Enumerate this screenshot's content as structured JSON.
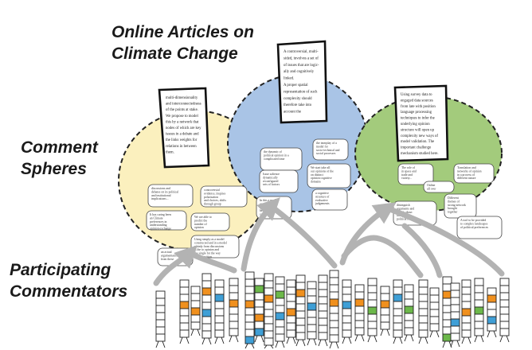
{
  "labels": {
    "articles": [
      "Online Articles on",
      "Climate Change"
    ],
    "spheres": [
      "Comment",
      "Spheres"
    ],
    "commentators": [
      "Participating",
      "Commentators"
    ]
  },
  "colors": {
    "sphere_yellow": "#fbf0be",
    "sphere_blue": "#a9c4e6",
    "sphere_green": "#a3cb7c",
    "arrow_gray": "#b3b3b3",
    "block_orange": "#f0901e",
    "block_blue": "#3f9fd6",
    "block_green": "#6cb84a",
    "outline": "#222222"
  },
  "articles": [
    {
      "id": "article-left",
      "lines": [
        "multi-dimensionality",
        "and interconnectedness",
        "of the points at stake.",
        "",
        "We propose to model",
        "this by a network that",
        "nodes of which are key",
        "issues in a debate and",
        "the links weights for",
        "relations in between",
        "them."
      ]
    },
    {
      "id": "article-middle",
      "lines": [
        "A controversial, multi-",
        "sided, involves a set of",
        "of issues that are logic-",
        "ally and cognitively",
        "linked.",
        "A proper spatial",
        "representation of such",
        "complexity should",
        "therefore take into",
        "account the"
      ]
    },
    {
      "id": "article-right",
      "lines": [
        "Using survey data to",
        "engaged data sources",
        "from late with position",
        "language processing",
        "techniques to infer the",
        "underlying opinion",
        "structure will open up",
        "complexity new ways of",
        "model validation. The",
        "important challenge",
        "mechanism studied here."
      ]
    }
  ],
  "comments": {
    "left": [
      [
        "discussions and",
        "debates on its political",
        "and institutional",
        "implications..."
      ],
      [
        "controversial",
        "evidence, inspires",
        "polarisation",
        "and choices, shifts",
        "through group"
      ],
      [
        "It has caring been",
        "an Climate",
        "preferences in",
        "understanding",
        "opinion exchange"
      ],
      [
        "We are able to",
        "predict the",
        "number of",
        "opinion"
      ],
      [
        "Using simply as a model",
        "constructed and in a model",
        "mainly from discussions",
        "is the to opinion and",
        "the single for the way",
        "of the position"
      ],
      [
        "an actual",
        "argumentation",
        "from these"
      ]
    ],
    "middle": [
      [
        "the dynamic of",
        "political opinion in a",
        "complicated time"
      ],
      [
        "the interplay of a",
        "model for",
        "socio-technical and",
        "social processes"
      ],
      [
        "Issue salience",
        "dynamically",
        "reconfigured",
        "sets of factors"
      ],
      [
        "We start take all",
        "our opinions of the",
        "on distinct",
        "opinion cognitive",
        "domains"
      ],
      [
        "In this a model",
        "combination of",
        "a function",
        "between",
        "complexity"
      ],
      [
        "a cognitive",
        "structure of",
        "evaluative",
        "judgements"
      ]
    ],
    "right": [
      [
        "The role of",
        "in space and",
        "trade and",
        "variety..."
      ],
      [
        "Translation and",
        "networks of opinion",
        "in a process of",
        "different nature"
      ],
      [
        "Online",
        "all over"
      ],
      [
        "distinguish",
        "arguments and",
        "beliefs about",
        "facts from a",
        "political issue"
      ],
      [
        "Different",
        "themes of",
        "strong network",
        "brought",
        "together"
      ],
      [
        "A tool to be provided",
        "to complex landscapes",
        "of political preferences"
      ]
    ]
  }
}
